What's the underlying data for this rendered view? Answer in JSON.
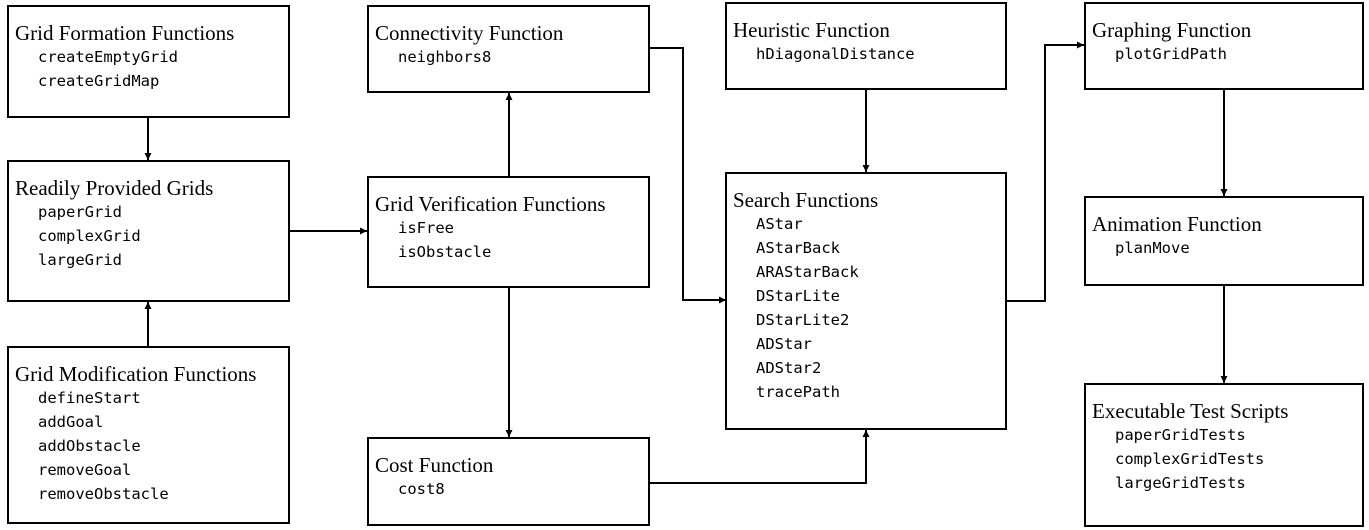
{
  "modules": [
    {
      "id": "grid-formation",
      "title": "Grid Formation Functions",
      "functions": [
        "createEmptyGrid",
        "createGridMap"
      ]
    },
    {
      "id": "readily-provided",
      "title": "Readily Provided Grids",
      "functions": [
        "paperGrid",
        "complexGrid",
        "largeGrid"
      ]
    },
    {
      "id": "grid-modification",
      "title": "Grid Modification Functions",
      "functions": [
        "defineStart",
        "addGoal",
        "addObstacle",
        "removeGoal",
        "removeObstacle"
      ]
    },
    {
      "id": "connectivity",
      "title": "Connectivity Function",
      "functions": [
        "neighbors8"
      ]
    },
    {
      "id": "grid-verification",
      "title": "Grid Verification Functions",
      "functions": [
        "isFree",
        "isObstacle"
      ]
    },
    {
      "id": "cost",
      "title": "Cost Function",
      "functions": [
        "cost8"
      ]
    },
    {
      "id": "heuristic",
      "title": "Heuristic Function",
      "functions": [
        "hDiagonalDistance"
      ]
    },
    {
      "id": "search",
      "title": "Search Functions",
      "functions": [
        "AStar",
        "AStarBack",
        "ARAStarBack",
        "DStarLite",
        "DStarLite2",
        "ADStar",
        "ADStar2",
        "tracePath"
      ]
    },
    {
      "id": "graphing",
      "title": "Graphing Function",
      "functions": [
        "plotGridPath"
      ]
    },
    {
      "id": "animation",
      "title": "Animation Function",
      "functions": [
        "planMove"
      ]
    },
    {
      "id": "test-scripts",
      "title": "Executable Test Scripts",
      "functions": [
        "paperGridTests",
        "complexGridTests",
        "largeGridTests"
      ]
    }
  ],
  "connections": [
    {
      "from": "grid-formation",
      "to": "readily-provided"
    },
    {
      "from": "grid-modification",
      "to": "readily-provided"
    },
    {
      "from": "readily-provided",
      "to": "grid-verification"
    },
    {
      "from": "grid-verification",
      "to": "connectivity"
    },
    {
      "from": "grid-verification",
      "to": "cost"
    },
    {
      "from": "connectivity",
      "to": "search"
    },
    {
      "from": "heuristic",
      "to": "search"
    },
    {
      "from": "cost",
      "to": "search"
    },
    {
      "from": "search",
      "to": "graphing"
    },
    {
      "from": "graphing",
      "to": "animation"
    },
    {
      "from": "animation",
      "to": "test-scripts"
    }
  ]
}
